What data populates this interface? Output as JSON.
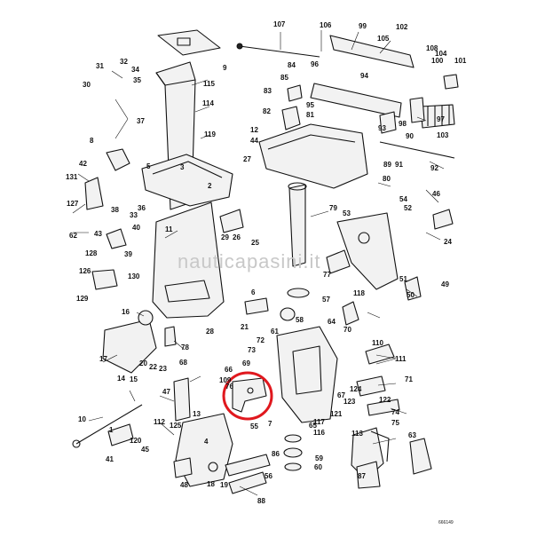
{
  "watermark": "nauticapasini.it",
  "drawing_code": "666149",
  "highlight_color": "#e0181e",
  "labels": [
    "1",
    "2",
    "3",
    "4",
    "5",
    "6",
    "7",
    "8",
    "9",
    "10",
    "11",
    "12",
    "13",
    "14",
    "15",
    "16",
    "17",
    "18",
    "19",
    "20",
    "21",
    "22",
    "23",
    "24",
    "25",
    "26",
    "27",
    "28",
    "29",
    "30",
    "31",
    "32",
    "33",
    "34",
    "35",
    "36",
    "37",
    "38",
    "39",
    "40",
    "41",
    "42",
    "43",
    "44",
    "45",
    "46",
    "47",
    "48",
    "49",
    "50",
    "51",
    "52",
    "53",
    "54",
    "55",
    "56",
    "57",
    "58",
    "59",
    "60",
    "61",
    "62",
    "63",
    "64",
    "65",
    "66",
    "67",
    "68",
    "69",
    "70",
    "71",
    "72",
    "73",
    "74",
    "75",
    "76",
    "77",
    "78",
    "79",
    "80",
    "81",
    "82",
    "83",
    "84",
    "85",
    "86",
    "87",
    "88",
    "89",
    "90",
    "91",
    "92",
    "93",
    "94",
    "95",
    "96",
    "97",
    "98",
    "99",
    "100",
    "101",
    "102",
    "103",
    "104",
    "105",
    "106",
    "107",
    "108",
    "109",
    "110",
    "111",
    "112",
    "113",
    "114",
    "115",
    "116",
    "117",
    "118",
    "119",
    "120",
    "121",
    "122",
    "123",
    "124",
    "125",
    "126",
    "127",
    "128",
    "129",
    "130",
    "131"
  ]
}
